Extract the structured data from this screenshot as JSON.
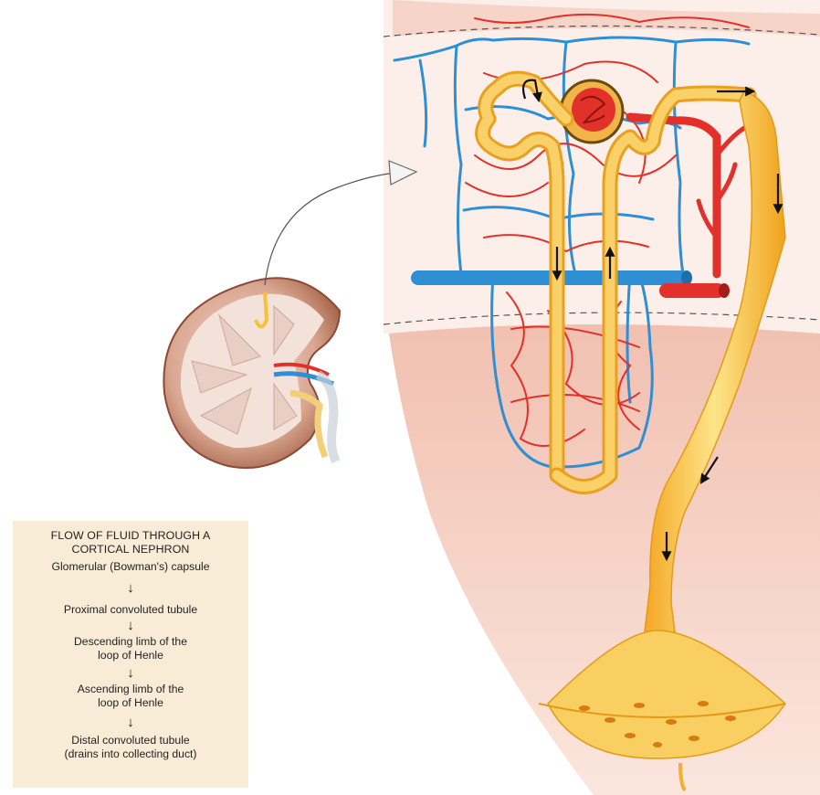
{
  "flow_box": {
    "title_line1": "FLOW OF FLUID THROUGH A",
    "title_line2": "CORTICAL NEPHRON",
    "steps": [
      {
        "line1": "Glomerular (Bowman's) capsule",
        "line2": ""
      },
      {
        "line1": "Proximal convoluted tubule",
        "line2": ""
      },
      {
        "line1": "Descending limb of the",
        "line2": "loop of Henle"
      },
      {
        "line1": "Ascending limb of the",
        "line2": "loop of Henle"
      },
      {
        "line1": "Distal convoluted tubule",
        "line2": "(drains into collecting duct)"
      }
    ],
    "arrow_glyph": "↓"
  },
  "colors": {
    "artery": "#e2312b",
    "vein": "#2f8fd4",
    "tubule": "#f7c236",
    "tubule_edge": "#e9a020",
    "cortex_bg": "#fbeae2",
    "medulla_bg": "#f3c4b4",
    "box_bg": "#f9ecd6"
  }
}
